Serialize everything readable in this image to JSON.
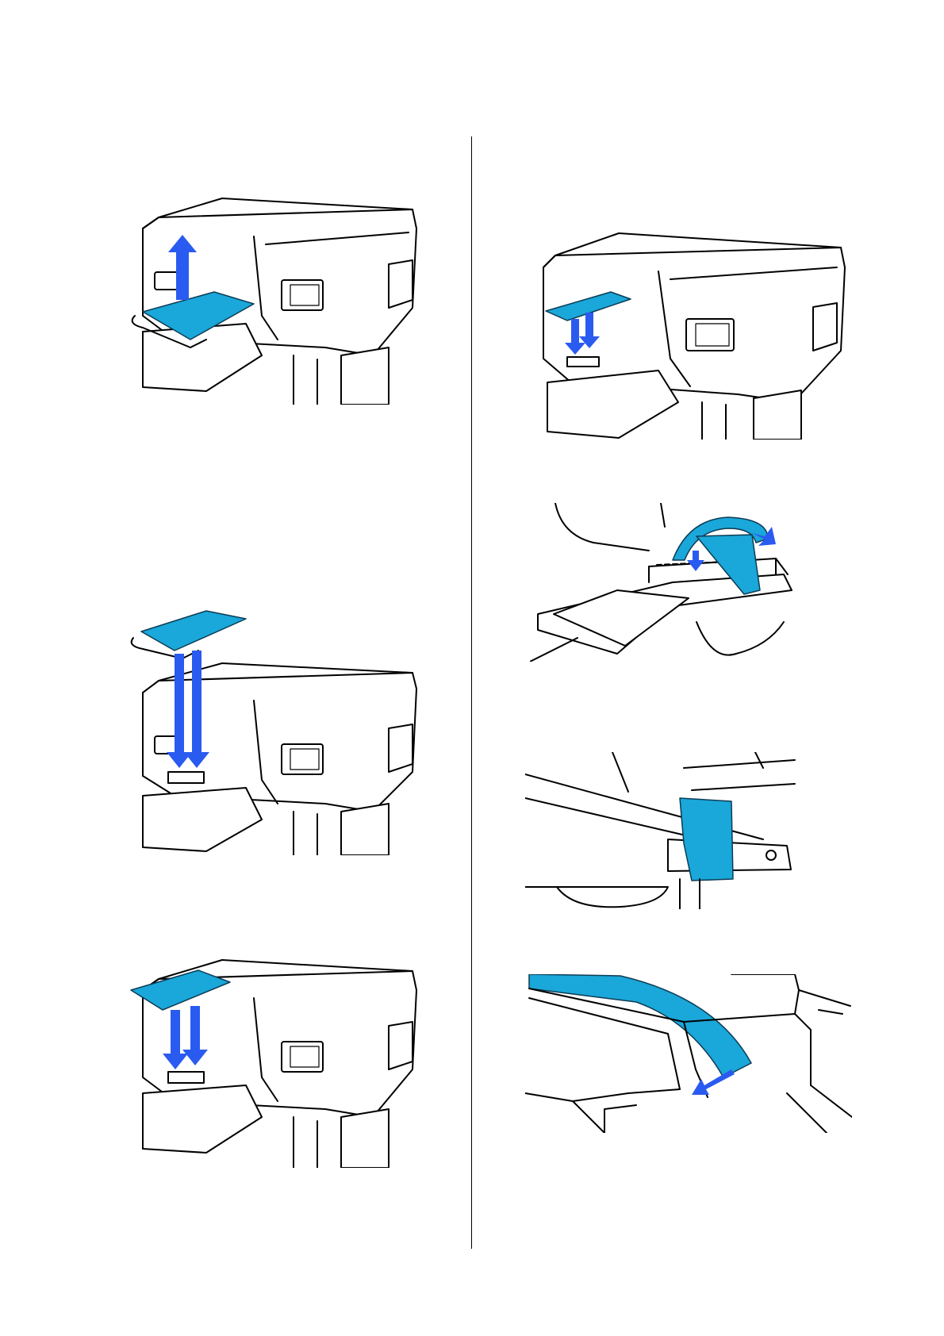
{
  "figures": [
    {
      "id": "fig-1",
      "icon": "remove-platen-illustration"
    },
    {
      "id": "fig-2",
      "icon": "attach-platen-illustration"
    },
    {
      "id": "fig-3",
      "icon": "place-platen-illustration"
    },
    {
      "id": "fig-4",
      "icon": "place-grip-pad-illustration"
    },
    {
      "id": "fig-5",
      "icon": "wrap-tape-illustration"
    },
    {
      "id": "fig-6",
      "icon": "tape-side-illustration"
    },
    {
      "id": "fig-7",
      "icon": "tape-closeup-illustration"
    }
  ],
  "colors": {
    "accent": "#1aa7d9",
    "arrow": "#2a5bf0",
    "line": "#000000"
  }
}
